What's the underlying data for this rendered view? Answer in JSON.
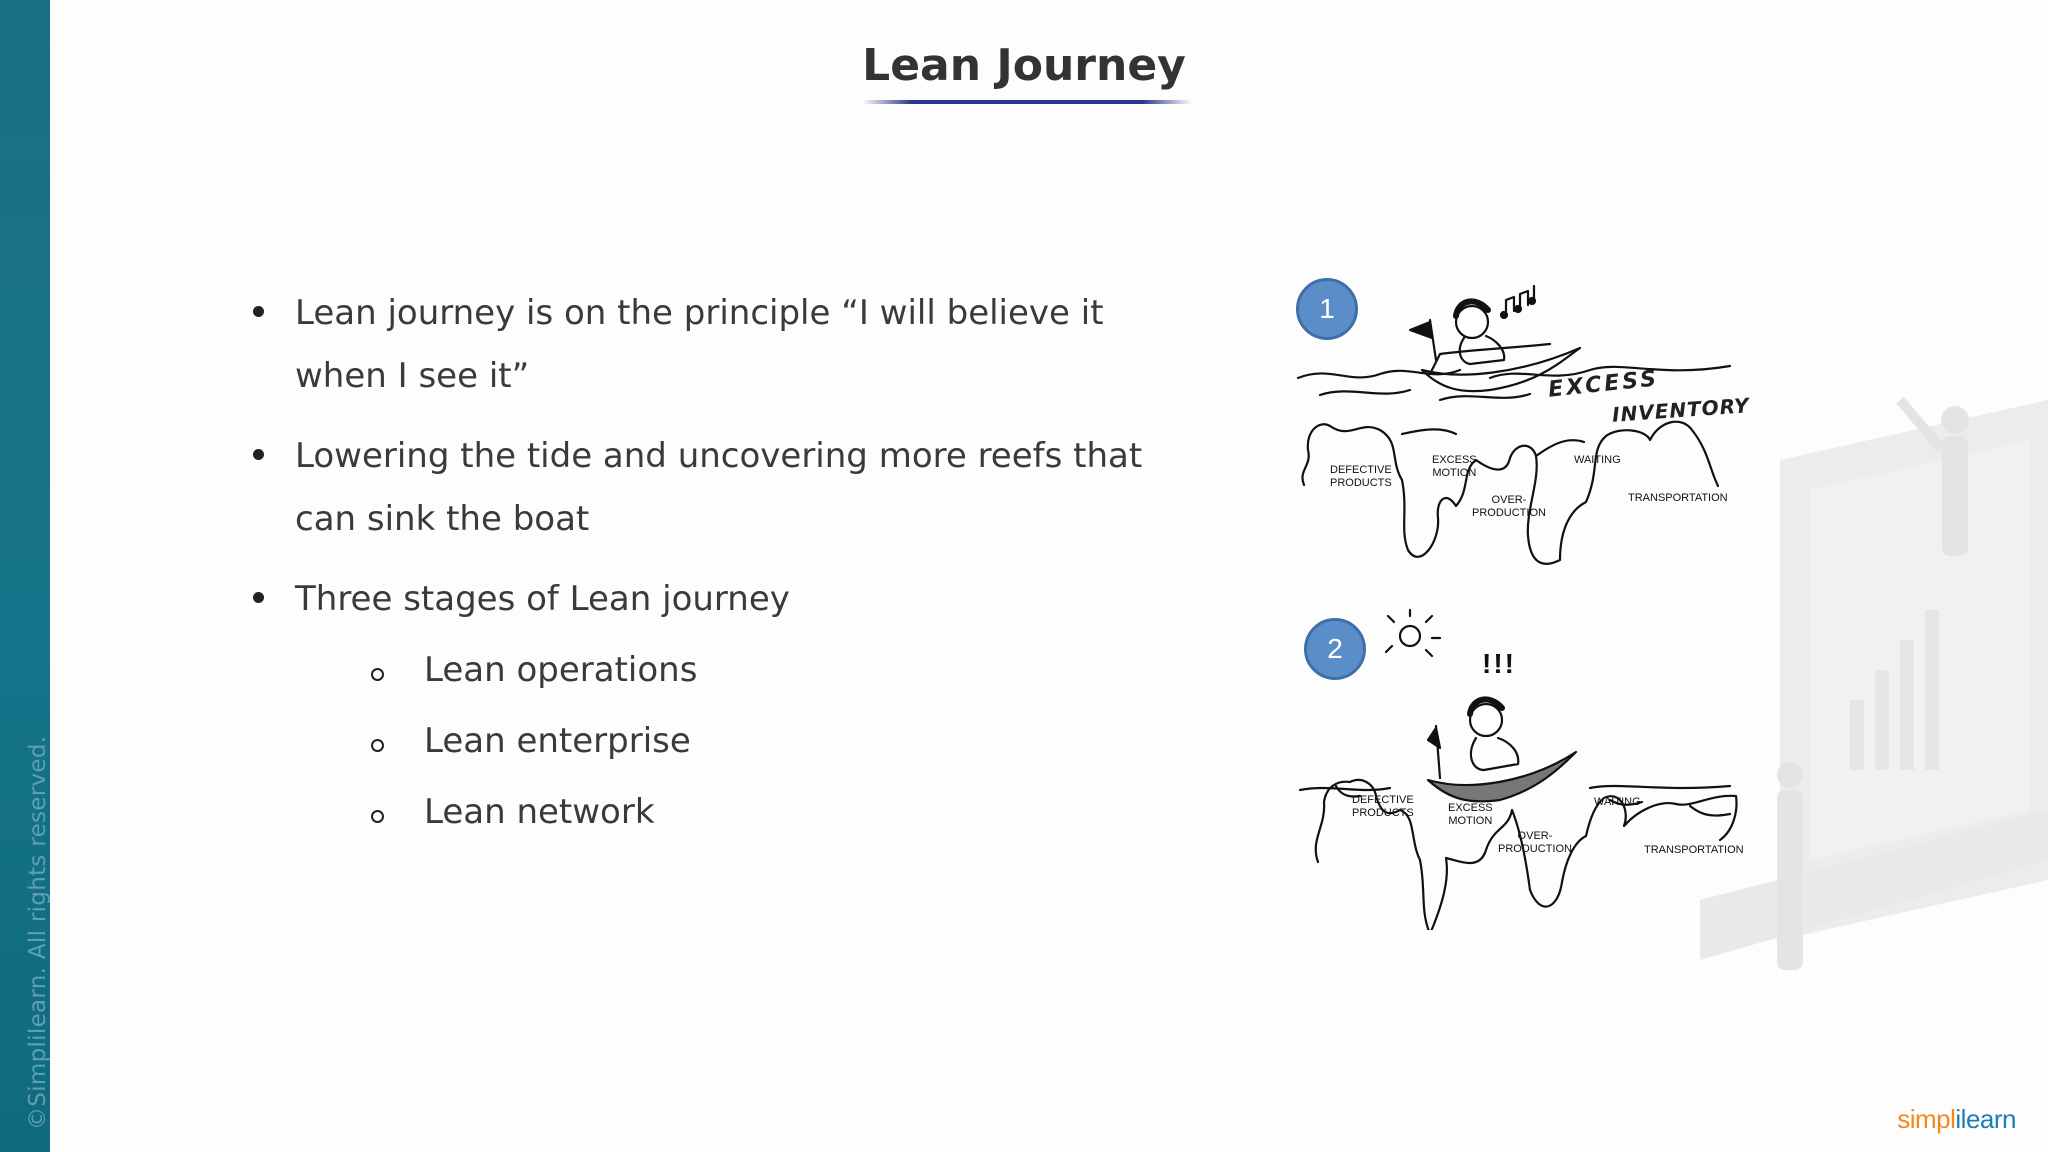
{
  "slide": {
    "title": "Lean Journey",
    "copyright": "©Simplilearn. All rights reserved.",
    "logo": {
      "part1": "simpl",
      "part2": "i",
      "part3": "learn"
    },
    "colors": {
      "sidebar": "#157489",
      "underline": "#2b368c",
      "badge": "#5b8ec8",
      "logo_orange": "#f28a1e",
      "logo_blue": "#1b7fb3"
    }
  },
  "bullets": [
    {
      "line1": "Lean journey is on the principle “I will believe it",
      "line2": "when I see it”"
    },
    {
      "line1": "Lowering the tide and uncovering more reefs that",
      "line2": "can sink the boat"
    },
    {
      "line1": "Three stages of Lean journey"
    }
  ],
  "sub_bullets": [
    "Lean operations",
    "Lean enterprise",
    "Lean network"
  ],
  "illustration": {
    "panel1": {
      "number": "1",
      "labels": {
        "excess": "EXCESS",
        "inventory": "INVENTORY",
        "defective": "DEFECTIVE",
        "products": "PRODUCTS",
        "excess_motion_1": "EXCESS",
        "excess_motion_2": "MOTION",
        "over": "OVER-",
        "production": "PRODUCTION",
        "waiting": "WAITING",
        "transportation": "TRANSPORTATION"
      }
    },
    "panel2": {
      "number": "2",
      "exclaim": "!!!",
      "labels": {
        "defective": "DEFECTIVE",
        "products": "PRODUCTS",
        "excess_motion_1": "EXCESS",
        "excess_motion_2": "MOTION",
        "over": "OVER-",
        "production": "PRODUCTION",
        "waiting": "WAITING",
        "transportation": "TRANSPORTATION"
      }
    }
  }
}
